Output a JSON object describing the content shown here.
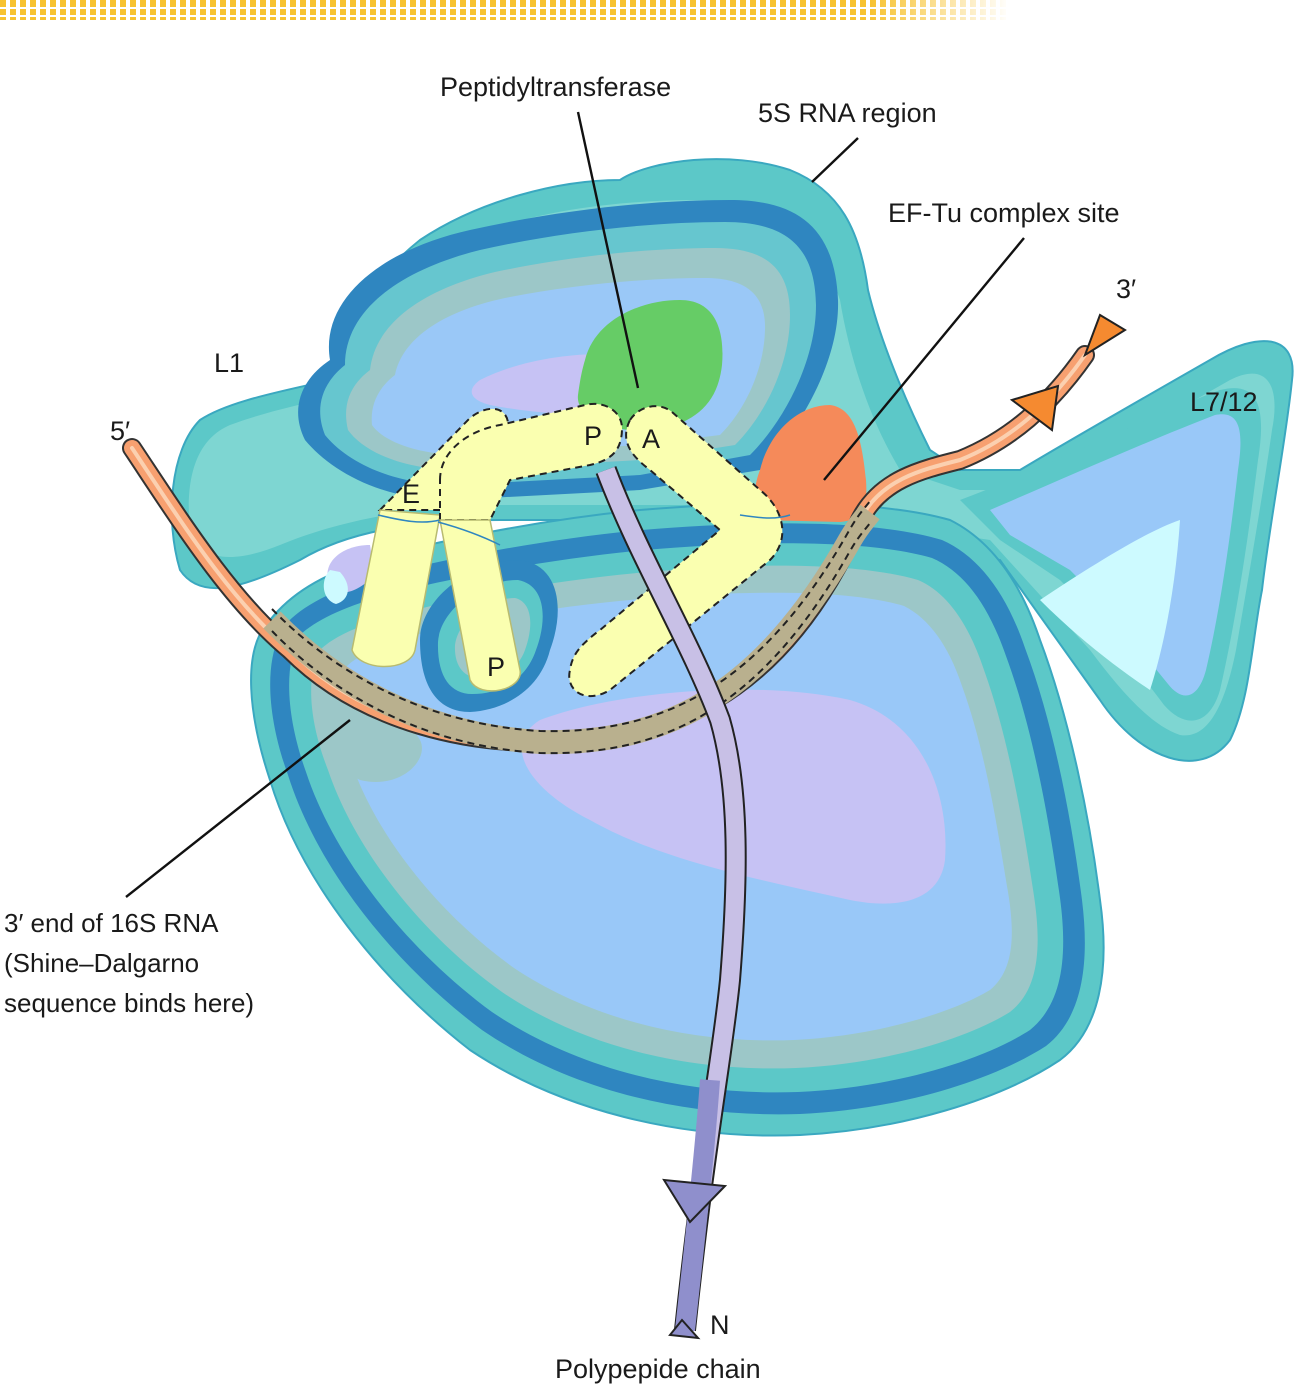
{
  "labels": {
    "peptidyltransferase": "Peptidyltransferase",
    "rna5s": "5S RNA region",
    "eftu": "EF-Tu complex site",
    "three_prime_top": "3′",
    "l1": "L1",
    "l7": "L7/12",
    "five_prime": "5′",
    "site_e": "E",
    "site_p_top": "P",
    "site_a": "A",
    "site_p_bottom": "P",
    "rna16s_line1": "3′ end of 16S RNA",
    "rna16s_line2": "(Shine–Dalgarno",
    "rna16s_line3": "sequence binds here)",
    "n_terminus": "N",
    "polypeptide": "Polypepide chain"
  },
  "colors": {
    "outer_teal": "#5cc8c8",
    "deep_blue": "#2f86c0",
    "light_blue": "#99c8f8",
    "lavender": "#c6c2f4",
    "green": "#66cc66",
    "orange_site": "#f58a5a",
    "mrna_orange": "#f7a070",
    "trna_yellow": "#faffb0",
    "polypeptide": "#8f8fcc",
    "header_stripe": "#f7c230"
  }
}
